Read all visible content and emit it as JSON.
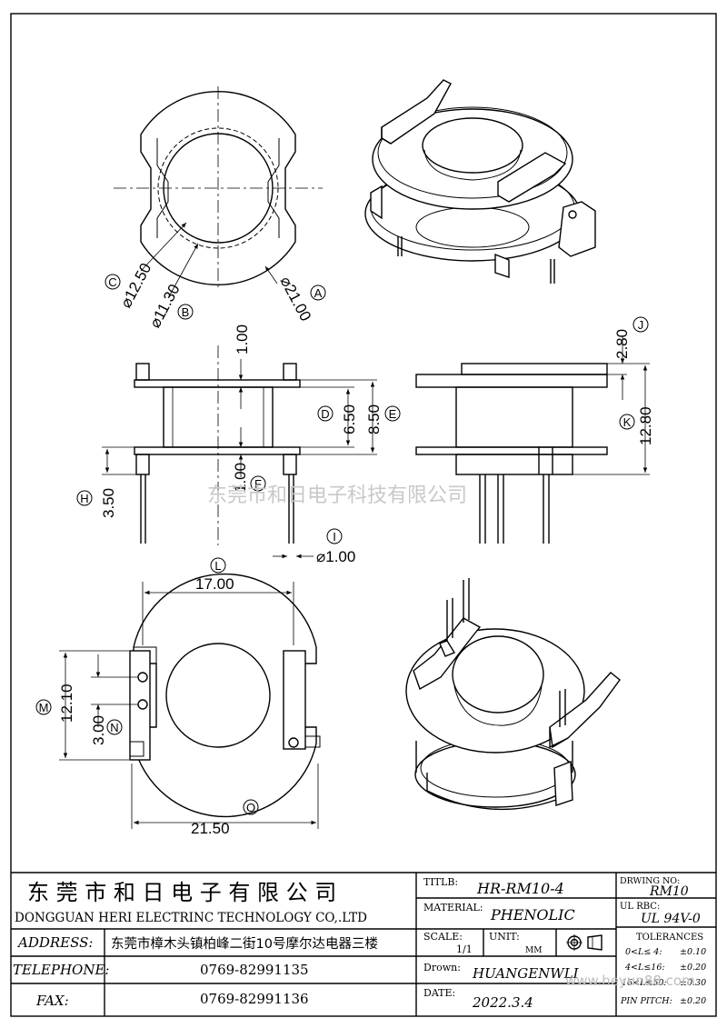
{
  "dimensions": {
    "d_c": "⌀12.50",
    "d_b": "⌀11.30",
    "d_a": "⌀21.00",
    "j": "2.80",
    "top_gap": "1.00",
    "d": "6.50",
    "e": "8.50",
    "k": "12.80",
    "f": "1.00",
    "h": "3.50",
    "i": "⌀1.00",
    "l": "17.00",
    "m": "12.10",
    "n": "3.00",
    "o": "21.50"
  },
  "labels": {
    "a": "A",
    "b": "B",
    "c": "C",
    "d": "D",
    "e": "E",
    "f": "F",
    "h": "H",
    "i": "I",
    "j": "J",
    "k": "K",
    "l": "L",
    "m": "M",
    "n": "N",
    "o": "O"
  },
  "watermark": "东莞市和日电子科技有限公司",
  "title_block": {
    "company_cn": "东 莞 市 和 日 电 子 有 限 公 司",
    "company_en": "DONGGUAN HERI ELECTRINC TECHNOLOGY CO,.LTD",
    "address_label": "ADDRESS:",
    "address": "东莞市樟木头镇柏峰二街10号摩尔达电器三楼",
    "telephone_label": "TELEPHONE:",
    "telephone": "0769-82991135",
    "fax_label": "FAX:",
    "fax": "0769-82991136",
    "titlb_label": "TITLB:",
    "titlb": "HR-RM10-4",
    "material_label": "MATERIAL:",
    "material": "PHENOLIC",
    "scale_label": "SCALE:",
    "scale": "1/1",
    "unit_label": "UNIT:",
    "unit": "MM",
    "drown_label": "Drown:",
    "drown": "HUANGENWLI",
    "date_label": "DATE:",
    "date": "2022.3.4",
    "drawing_no_label": "DRWING NO:",
    "drawing_no": "RM10",
    "ul_label": "UL RBC:",
    "ul": "UL 94V-0",
    "tolerances_label": "TOLERANCES",
    "tol1_range": "0<L≤ 4:",
    "tol1_value": "±0.10",
    "tol2_range": "4<L≤16:",
    "tol2_value": "±0.20",
    "tol3_range": "16<L≤50:",
    "tol3_value": "±0.30",
    "tol4_range": "PIN PITCH:",
    "tol4_value": "±0.20",
    "watermark_url": "www.heyun88.com"
  }
}
